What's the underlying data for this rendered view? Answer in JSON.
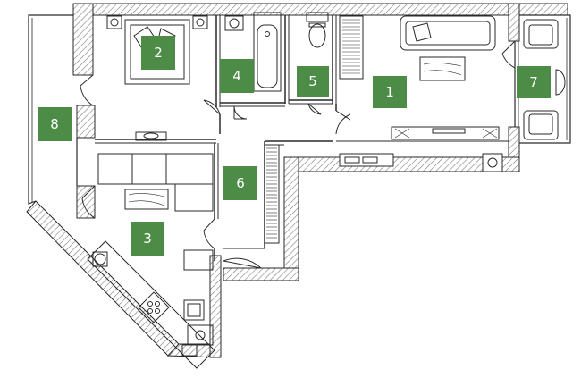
{
  "plan": {
    "rooms": [
      {
        "key": "living",
        "number": "1"
      },
      {
        "key": "bedroom",
        "number": "2"
      },
      {
        "key": "kitchen",
        "number": "3"
      },
      {
        "key": "bathroom",
        "number": "4"
      },
      {
        "key": "wc",
        "number": "5"
      },
      {
        "key": "hall",
        "number": "6"
      },
      {
        "key": "balcony-right",
        "number": "7"
      },
      {
        "key": "balcony-left",
        "number": "8"
      }
    ],
    "colors": {
      "label_fill": "#4d8c47",
      "wall_hatch": "#8a8a8a",
      "wall_fill": "#ffffff",
      "line": "#2a2a2a"
    }
  }
}
